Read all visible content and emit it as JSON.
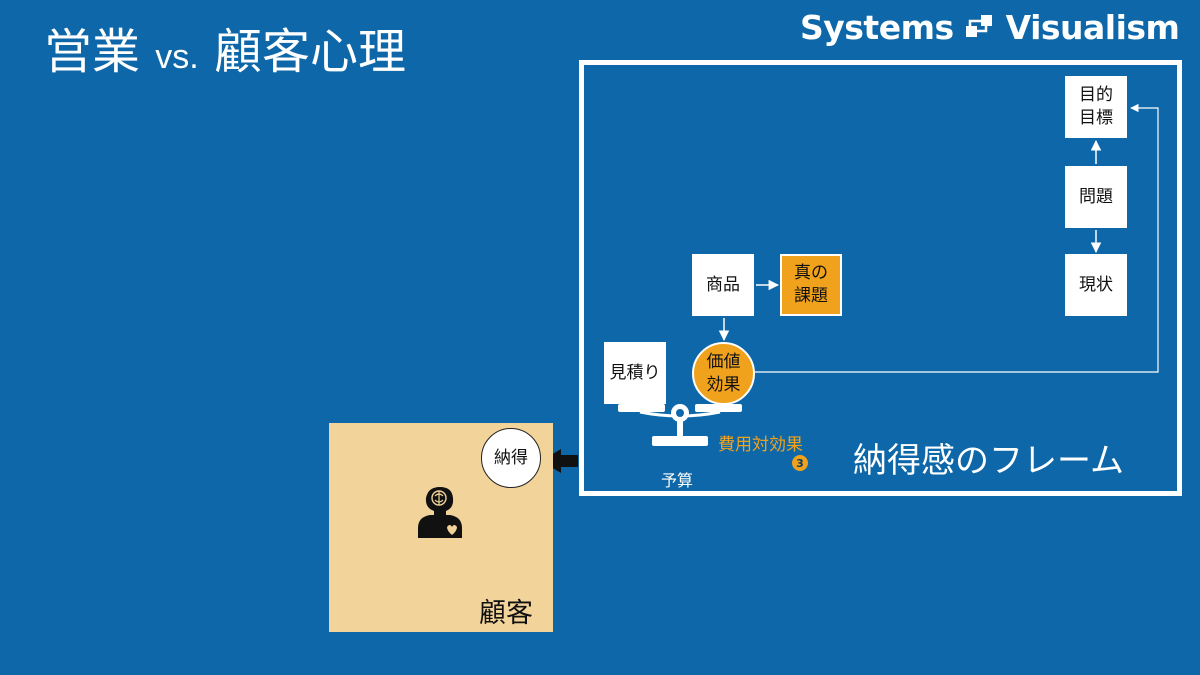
{
  "slide": {
    "title_jp": "営業",
    "title_vs": "vs.",
    "title_jp2": "顧客心理",
    "brand_left": "Systems",
    "brand_right": "Visualism"
  },
  "frame": {
    "label": "納得感のフレーム",
    "boxes": {
      "mokuteki": "目的\n目標",
      "mondai": "問題",
      "genjo": "現状",
      "shohin": "商品",
      "shin_kadai": "真の\n課題",
      "mitsumori": "見積り",
      "kachi": "価値\n効果"
    },
    "labels": {
      "yosan": "予算",
      "hiyo": "費用対効果",
      "number_badge": "3"
    }
  },
  "customer": {
    "label": "顧客",
    "nattoku": "納得",
    "icon": "person-with-brain-and-heart-icon"
  },
  "colors": {
    "background": "#0d67a8",
    "accent_orange": "#f0a21d",
    "customer_beige": "#f2d39a",
    "white": "#ffffff"
  }
}
